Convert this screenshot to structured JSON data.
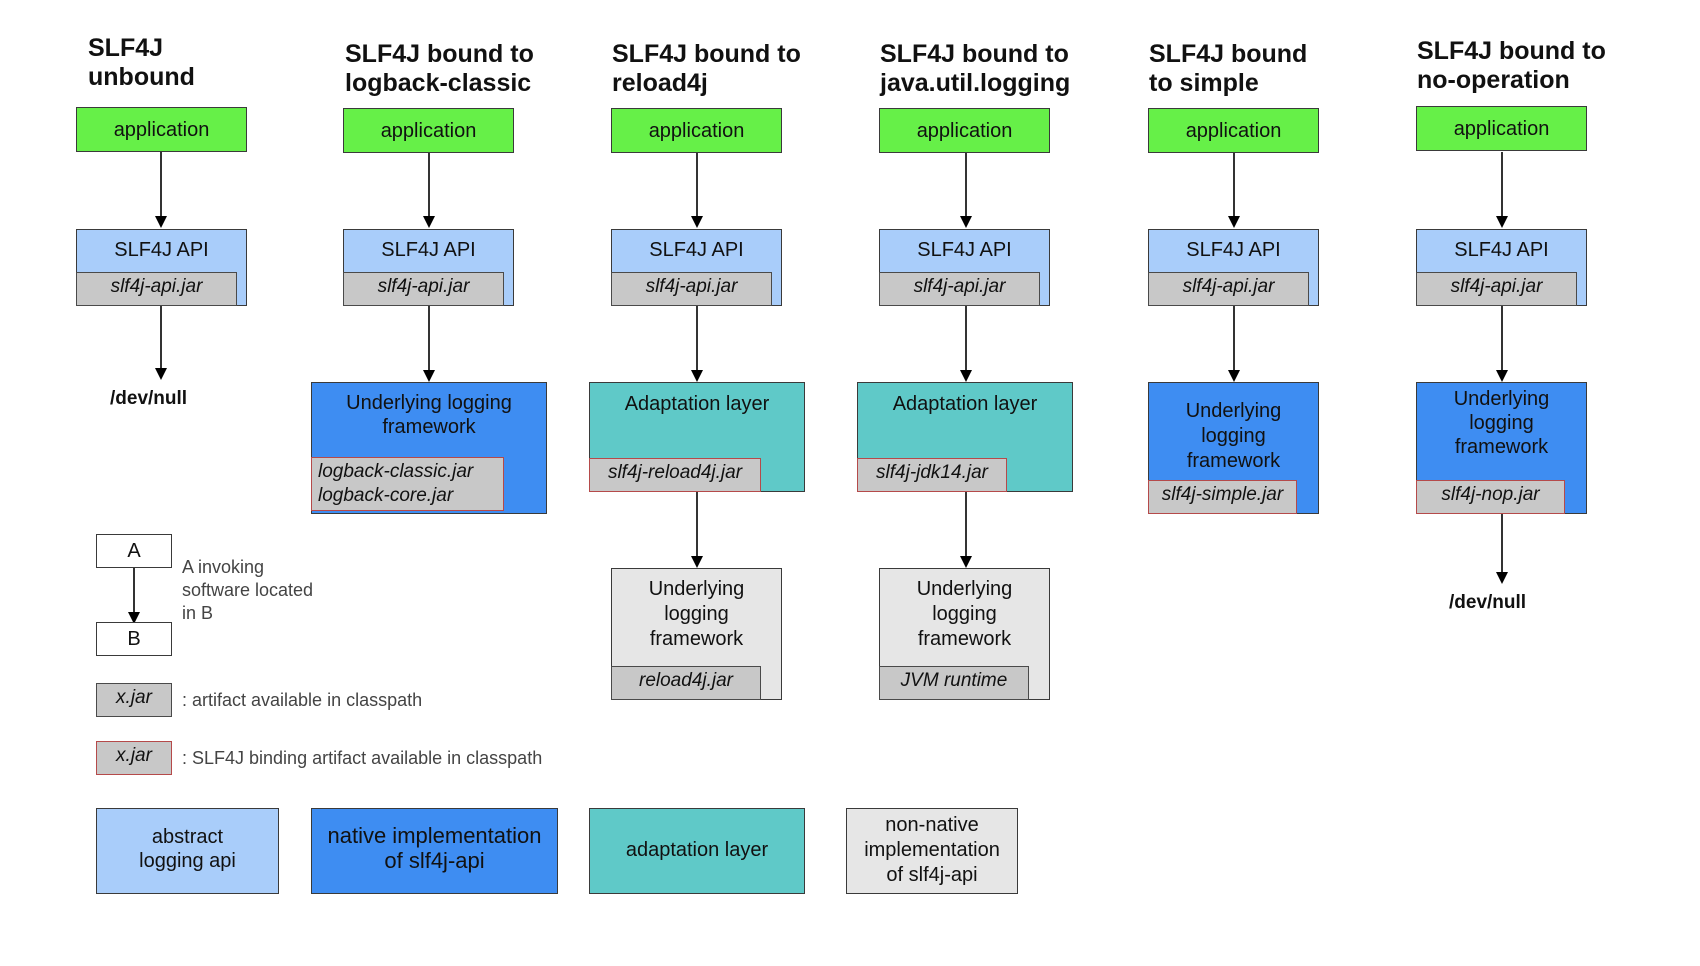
{
  "columns": [
    {
      "title": "SLF4J\nunbound",
      "application": "application",
      "api": "SLF4J API",
      "api_jar": "slf4j-api.jar",
      "sink": "/dev/null"
    },
    {
      "title": "SLF4J bound to\nlogback-classic",
      "application": "application",
      "api": "SLF4J API",
      "api_jar": "slf4j-api.jar",
      "impl": "Underlying logging\nframework",
      "impl_jar": "logback-classic.jar\nlogback-core.jar"
    },
    {
      "title": "SLF4J bound to\nreload4j",
      "application": "application",
      "api": "SLF4J API",
      "api_jar": "slf4j-api.jar",
      "adapter": "Adaptation layer",
      "adapter_jar": "slf4j-reload4j.jar",
      "impl": "Underlying\nlogging\nframework",
      "impl_jar": "reload4j.jar"
    },
    {
      "title": "SLF4J bound to\njava.util.logging",
      "application": "application",
      "api": "SLF4J API",
      "api_jar": "slf4j-api.jar",
      "adapter": "Adaptation layer",
      "adapter_jar": "slf4j-jdk14.jar",
      "impl": "Underlying\nlogging\nframework",
      "impl_jar": "JVM runtime"
    },
    {
      "title": "SLF4J bound\nto simple",
      "application": "application",
      "api": "SLF4J API",
      "api_jar": "slf4j-api.jar",
      "impl": "Underlying\nlogging\nframework",
      "impl_jar": "slf4j-simple.jar"
    },
    {
      "title": "SLF4J bound to\nno-operation",
      "application": "application",
      "api": "SLF4J API",
      "api_jar": "slf4j-api.jar",
      "impl": "Underlying\nlogging\nframework",
      "impl_jar": "slf4j-nop.jar",
      "sink": "/dev/null"
    }
  ],
  "legend": {
    "a_label": "A",
    "b_label": "B",
    "invoke_note": "A invoking\nsoftware located\nin B",
    "jar_sample": "x.jar",
    "jar_note": ": artifact available in classpath",
    "binding_jar_sample": "x.jar",
    "binding_jar_note": ": SLF4J binding artifact available in classpath",
    "abstract_api": "abstract\nlogging api",
    "native_impl": "native implementation\nof slf4j-api",
    "adaptation": "adaptation layer",
    "non_native": "non-native\nimplementation\nof slf4j-api"
  },
  "colors": {
    "application": "#66f048",
    "abstract_api": "#a9cdfa",
    "native_impl": "#3e8df2",
    "adaptation": "#5fc9c8",
    "non_native": "#e6e6e6",
    "jar": "#c8c8c8",
    "binding_border": "#b54a4a"
  }
}
